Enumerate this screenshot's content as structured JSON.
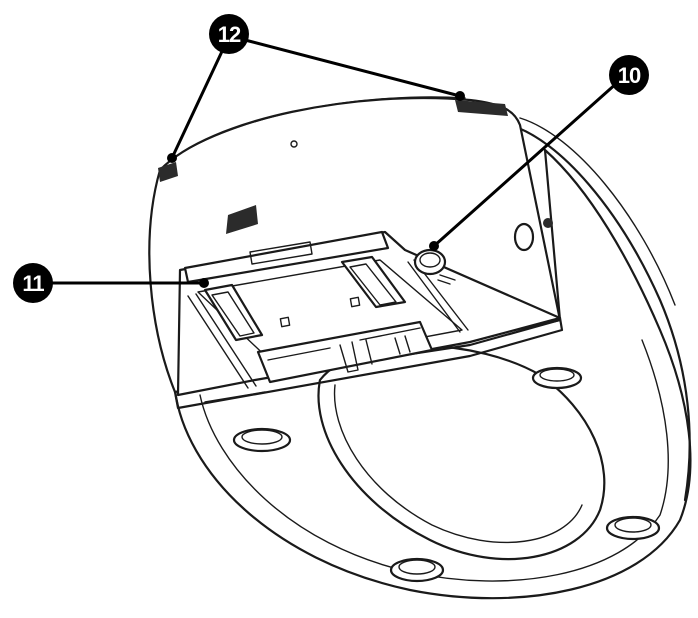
{
  "callouts": [
    {
      "id": "c10",
      "label": "10"
    },
    {
      "id": "c11",
      "label": "11"
    },
    {
      "id": "c12",
      "label": "12"
    }
  ],
  "colors": {
    "ink": "#1a1a1a",
    "callout": "#000000",
    "callout_text": "#ffffff",
    "background": "#ffffff"
  }
}
